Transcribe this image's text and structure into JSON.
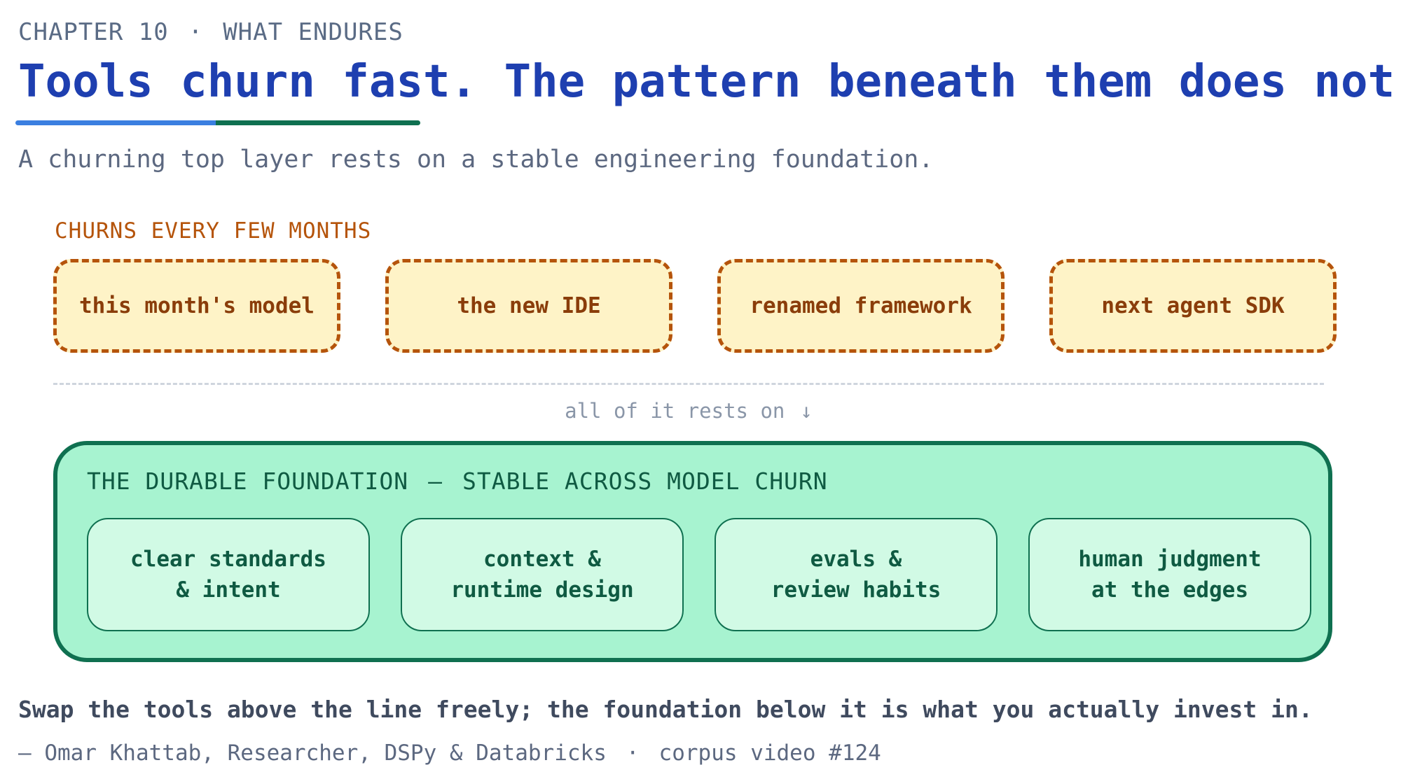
{
  "header": {
    "chapter": "CHAPTER 10",
    "separator": "·",
    "section": "WHAT ENDURES",
    "title": "Tools churn fast. The pattern beneath them does not.",
    "subtitle": "A churning top layer rests on a stable engineering foundation."
  },
  "top_layer": {
    "label": "CHURNS EVERY FEW MONTHS",
    "items": [
      {
        "label": "this month's model"
      },
      {
        "label": "the new IDE"
      },
      {
        "label": "renamed framework"
      },
      {
        "label": "next agent SDK"
      }
    ]
  },
  "connector": {
    "text": "all of it rests on",
    "arrow": "↓"
  },
  "foundation": {
    "label_main": "THE DURABLE FOUNDATION",
    "label_dash": "—",
    "label_sub": "STABLE ACROSS MODEL CHURN",
    "pillars": [
      {
        "line1": "clear standards",
        "line2": "& intent"
      },
      {
        "line1": "context &",
        "line2": "runtime design"
      },
      {
        "line1": "evals &",
        "line2": "review habits"
      },
      {
        "line1": "human judgment",
        "line2": "at the edges"
      }
    ]
  },
  "footer": {
    "quote": "Swap the tools above the line freely; the foundation below it is what you actually invest in.",
    "author": "— Omar Khattab, Researcher, DSPy & Databricks",
    "separator": "·",
    "source": "corpus video #124"
  },
  "colors": {
    "title": "#1e3fb0",
    "churn_border": "#b5540b",
    "churn_fill": "#fef3c7",
    "foundation_border": "#0f7050",
    "foundation_fill": "#a7f3d0",
    "pillar_fill": "#d1fae5",
    "accent_blue": "#3b7fe0"
  }
}
